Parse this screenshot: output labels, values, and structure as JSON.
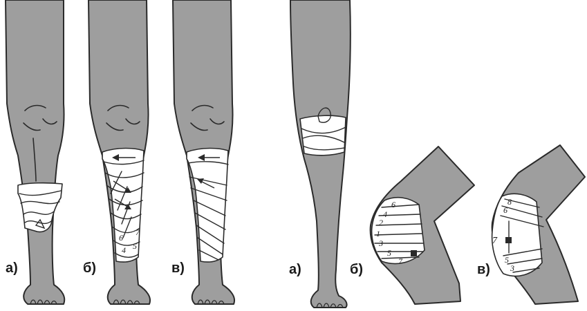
{
  "left_figure": {
    "panel_labels": [
      "а)",
      "б)",
      "в)"
    ],
    "turn_numbers_b": [
      "7",
      "6",
      "5",
      "4"
    ]
  },
  "right_figure": {
    "panel_labels": [
      "а)",
      "б)",
      "в)"
    ],
    "turn_numbers_b": [
      "6",
      "4",
      "2",
      "1",
      "3",
      "5",
      "7"
    ],
    "turn_numbers_c": [
      "8",
      "6",
      "7",
      "5",
      "3"
    ]
  }
}
